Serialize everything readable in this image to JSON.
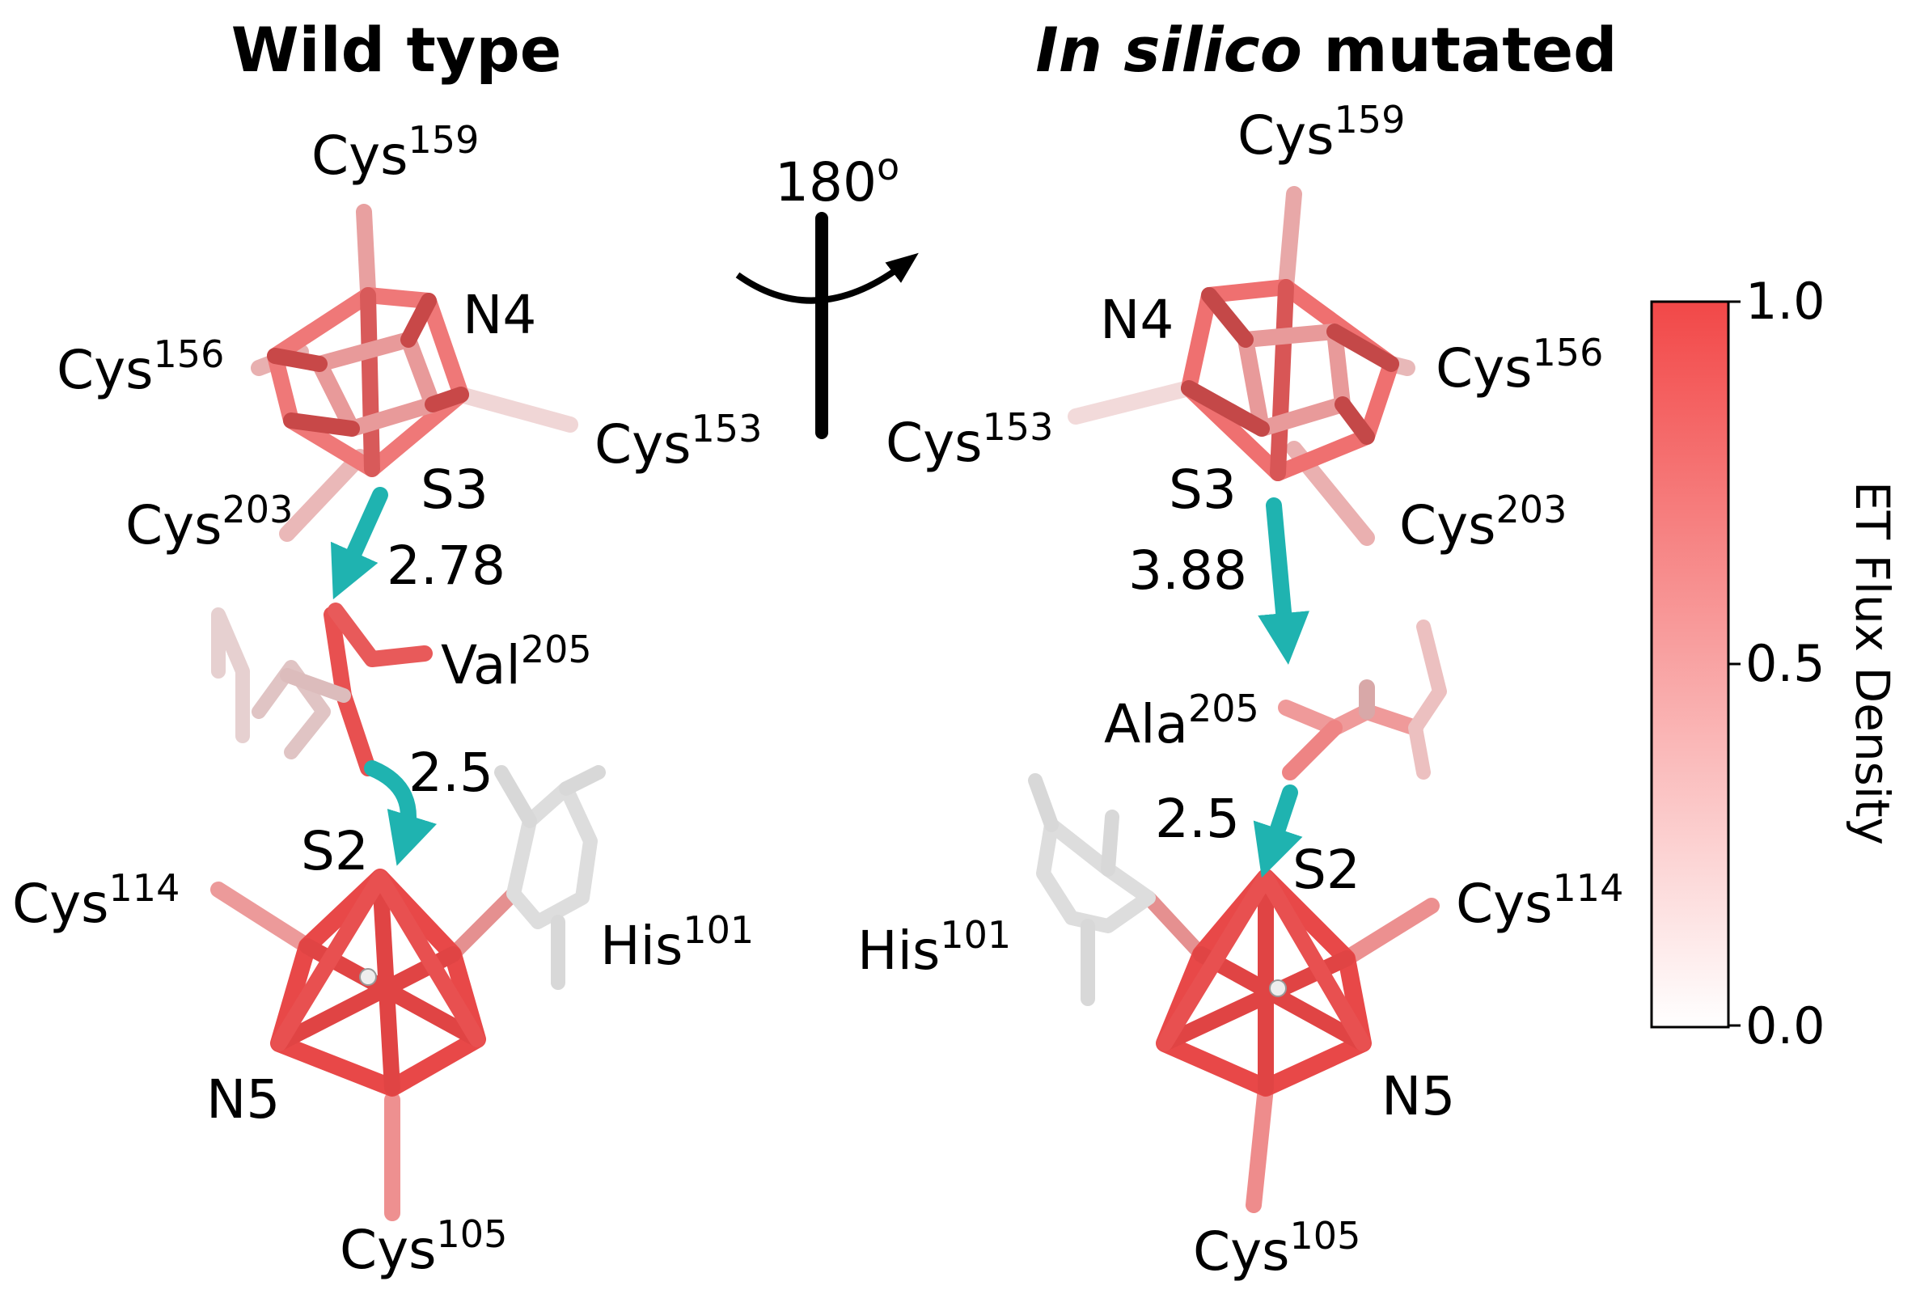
{
  "titles": {
    "left": "Wild type",
    "right_italic": "In silico",
    "right_rest": " mutated"
  },
  "rotation": {
    "text": "180",
    "sup": "o"
  },
  "wild_type": {
    "cys159": {
      "base": "Cys",
      "sup": "159"
    },
    "cys156": {
      "base": "Cys",
      "sup": "156"
    },
    "cys153": {
      "base": "Cys",
      "sup": "153"
    },
    "cys203": {
      "base": "Cys",
      "sup": "203"
    },
    "n4": "N4",
    "s3": "S3",
    "dist1": "2.78",
    "val205": {
      "base": "Val",
      "sup": "205"
    },
    "dist2": "2.5",
    "s2": "S2",
    "cys114": {
      "base": "Cys",
      "sup": "114"
    },
    "his101": {
      "base": "His",
      "sup": "101"
    },
    "n5": "N5",
    "cys105": {
      "base": "Cys",
      "sup": "105"
    }
  },
  "mutated": {
    "cys159": {
      "base": "Cys",
      "sup": "159"
    },
    "n4": "N4",
    "cys156": {
      "base": "Cys",
      "sup": "156"
    },
    "cys153": {
      "base": "Cys",
      "sup": "153"
    },
    "s3": "S3",
    "cys203": {
      "base": "Cys",
      "sup": "203"
    },
    "dist1": "3.88",
    "ala205": {
      "base": "Ala",
      "sup": "205"
    },
    "dist2": "2.5",
    "s2": "S2",
    "cys114": {
      "base": "Cys",
      "sup": "114"
    },
    "his101": {
      "base": "His",
      "sup": "101"
    },
    "n5": "N5",
    "cys105": {
      "base": "Cys",
      "sup": "105"
    }
  },
  "colorbar": {
    "title": "ET Flux Density",
    "ticks": [
      "1.0",
      "0.5",
      "0.0"
    ],
    "color_high": "#f24848",
    "color_low": "#ffffff"
  },
  "colors": {
    "arrow": "#1fb3b0",
    "bond_high": "#e84646",
    "bond_mid": "#ef8a8a",
    "bond_low": "#e0e0e0",
    "bond_dark": "#9a3030"
  }
}
